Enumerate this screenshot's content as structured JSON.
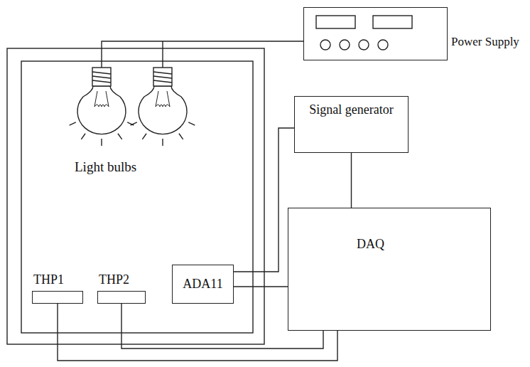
{
  "diagram": {
    "nodes": [
      {
        "text": [
          "Power Supply"
        ]
      },
      {
        "text": [
          "Signal generator"
        ]
      },
      {
        "text": [
          "DAQ"
        ]
      },
      {
        "text": [
          "THP1"
        ]
      },
      {
        "text": [
          "THP2"
        ]
      },
      {
        "text": [
          "ADA11"
        ]
      }
    ],
    "edges": [
      {
        "from": 1,
        "to": 2,
        "arrow": "none"
      },
      {
        "from": 1,
        "to": 5,
        "arrow": "none"
      },
      {
        "from": 5,
        "to": 2,
        "arrow": "none"
      },
      {
        "from": 3,
        "to": 2,
        "arrow": "none"
      },
      {
        "from": 4,
        "to": 2,
        "arrow": "none"
      }
    ],
    "labels": [
      "Light bulbs"
    ]
  }
}
